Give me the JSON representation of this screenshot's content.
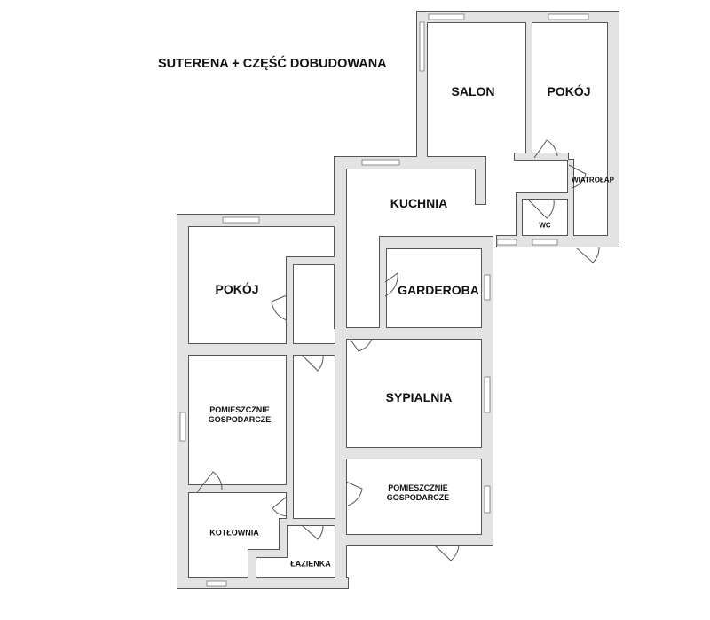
{
  "title": "SUTERENA + CZĘŚĆ DOBUDOWANA",
  "rooms": {
    "salon": "SALON",
    "pokoj_top": "POKÓJ",
    "wiatrolap": "WIATROŁAP",
    "wc": "WC",
    "kuchnia": "KUCHNIA",
    "pokoj_left": "POKÓJ",
    "garderoba": "GARDEROBA",
    "sypialnia": "SYPIALNIA",
    "pom_left_1": "POMIESZCZNIE",
    "pom_left_2": "GOSPODARCZE",
    "pom_right_1": "POMIESZCZNIE",
    "pom_right_2": "GOSPODARCZE",
    "kotlownia": "KOTŁOWNIA",
    "lazienka": "ŁAZIENKA"
  }
}
